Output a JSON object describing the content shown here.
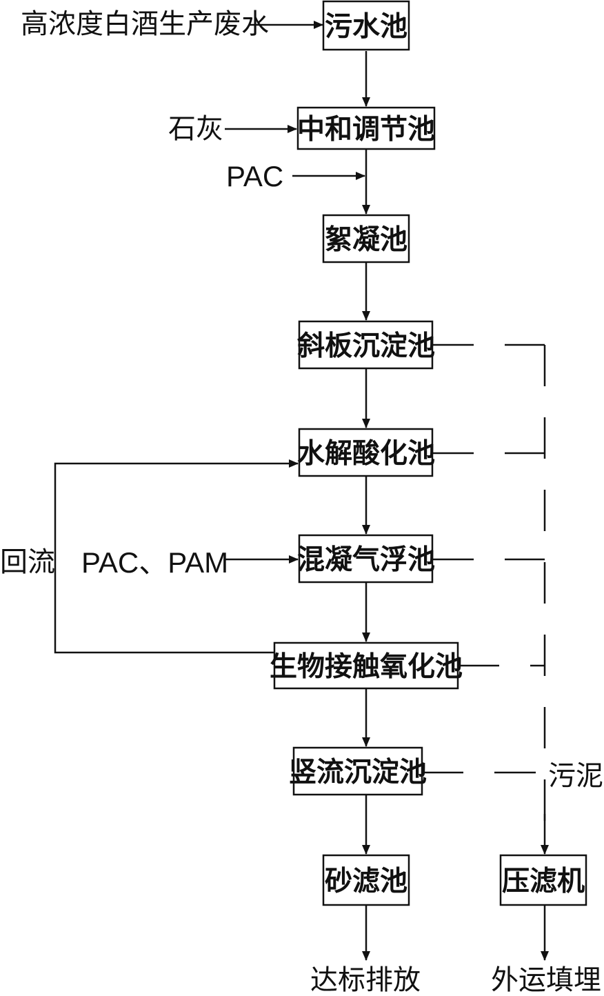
{
  "boxes": {
    "sewage_pool": "污水池",
    "neutralize_pool": "中和调节池",
    "floc_pool": "絮凝池",
    "inclined_plate_pool": "斜板沉淀池",
    "hydrolysis_pool": "水解酸化池",
    "flotation_pool": "混凝气浮池",
    "bio_oxidation_pool": "生物接触氧化池",
    "vertical_settle_pool": "竖流沉淀池",
    "sand_filter_pool": "砂滤池",
    "filter_press": "压滤机"
  },
  "labels": {
    "influent": "高浓度白酒生产废水",
    "lime": "石灰",
    "pac": "PAC",
    "pac_pam": "PAC、PAM",
    "reflux": "回流",
    "sludge": "污泥",
    "discharge": "达标排放",
    "landfill": "外运填埋"
  }
}
